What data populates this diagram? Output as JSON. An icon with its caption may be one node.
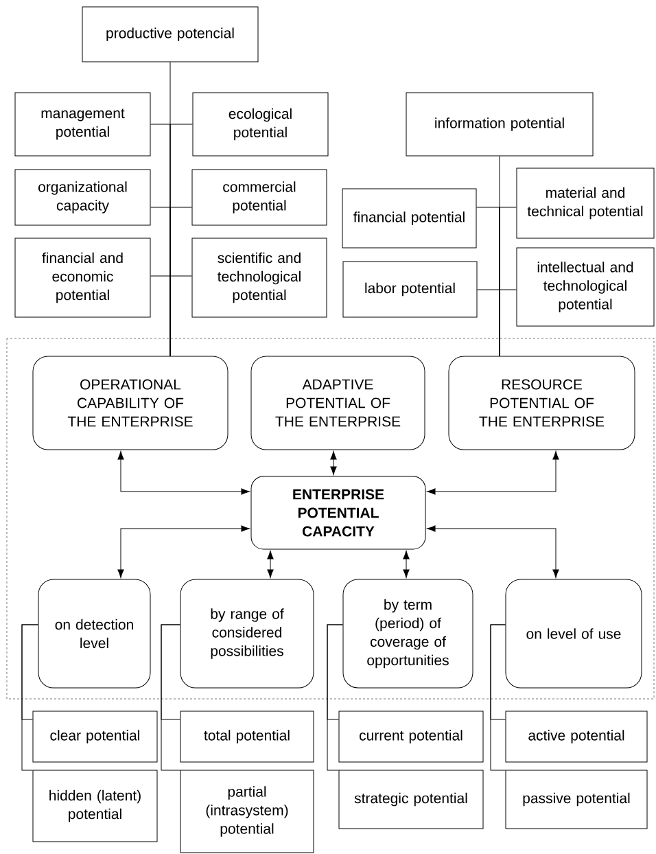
{
  "diagram": {
    "nodes": [
      {
        "text": [
          "productive potencial"
        ]
      },
      {
        "text": [
          "management potential"
        ]
      },
      {
        "text": [
          "ecological potential"
        ]
      },
      {
        "text": [
          "organizational capacity"
        ]
      },
      {
        "text": [
          "commercial potential"
        ]
      },
      {
        "text": [
          "financial and economic potential"
        ]
      },
      {
        "text": [
          "scientific and technological potential"
        ]
      },
      {
        "text": [
          "information potential"
        ]
      },
      {
        "text": [
          "financial potential"
        ]
      },
      {
        "text": [
          "material and technical potential"
        ]
      },
      {
        "text": [
          "labor potential"
        ]
      },
      {
        "text": [
          "intellectual and technological potential"
        ]
      },
      {
        "text": [
          "OPERATIONAL CAPABILITY OF THE ENTERPRISE"
        ]
      },
      {
        "text": [
          "ADAPTIVE POTENTIAL OF THE ENTERPRISE"
        ]
      },
      {
        "text": [
          "RESOURCE POTENTIAL OF THE ENTERPRISE"
        ]
      },
      {
        "text": [
          "ENTERPRISE POTENTIAL CAPACITY"
        ]
      },
      {
        "text": [
          "on detection level"
        ]
      },
      {
        "text": [
          "by range of considered possibilities"
        ]
      },
      {
        "text": [
          "by term (period) of coverage of opportunities"
        ]
      },
      {
        "text": [
          "on level of use"
        ]
      },
      {
        "text": [
          "clear potential"
        ]
      },
      {
        "text": [
          "hidden (latent) potential"
        ]
      },
      {
        "text": [
          "total potential"
        ]
      },
      {
        "text": [
          "partial (intrasystem) potential"
        ]
      },
      {
        "text": [
          "current potential"
        ]
      },
      {
        "text": [
          "strategic potential"
        ]
      },
      {
        "text": [
          "active potential"
        ]
      },
      {
        "text": [
          "passive potential"
        ]
      }
    ],
    "edges": [
      {
        "from": 0,
        "to": 12,
        "arrow": "none"
      },
      {
        "from": 1,
        "to": 12,
        "arrow": "none"
      },
      {
        "from": 2,
        "to": 12,
        "arrow": "none"
      },
      {
        "from": 3,
        "to": 12,
        "arrow": "none"
      },
      {
        "from": 4,
        "to": 12,
        "arrow": "none"
      },
      {
        "from": 5,
        "to": 12,
        "arrow": "none"
      },
      {
        "from": 6,
        "to": 12,
        "arrow": "none"
      },
      {
        "from": 7,
        "to": 14,
        "arrow": "none"
      },
      {
        "from": 8,
        "to": 14,
        "arrow": "none"
      },
      {
        "from": 9,
        "to": 14,
        "arrow": "none"
      },
      {
        "from": 10,
        "to": 14,
        "arrow": "none"
      },
      {
        "from": 11,
        "to": 14,
        "arrow": "none"
      },
      {
        "from": 15,
        "to": 12,
        "arrow": "both"
      },
      {
        "from": 15,
        "to": 13,
        "arrow": "both"
      },
      {
        "from": 15,
        "to": 14,
        "arrow": "both"
      },
      {
        "from": 15,
        "to": 16,
        "arrow": "both"
      },
      {
        "from": 15,
        "to": 17,
        "arrow": "both"
      },
      {
        "from": 15,
        "to": 18,
        "arrow": "both"
      },
      {
        "from": 15,
        "to": 19,
        "arrow": "both"
      },
      {
        "from": 16,
        "to": 20,
        "arrow": "none"
      },
      {
        "from": 16,
        "to": 21,
        "arrow": "none"
      },
      {
        "from": 17,
        "to": 22,
        "arrow": "none"
      },
      {
        "from": 17,
        "to": 23,
        "arrow": "none"
      },
      {
        "from": 18,
        "to": 24,
        "arrow": "none"
      },
      {
        "from": 18,
        "to": 25,
        "arrow": "none"
      },
      {
        "from": 19,
        "to": 26,
        "arrow": "none"
      },
      {
        "from": 19,
        "to": 27,
        "arrow": "none"
      }
    ]
  }
}
